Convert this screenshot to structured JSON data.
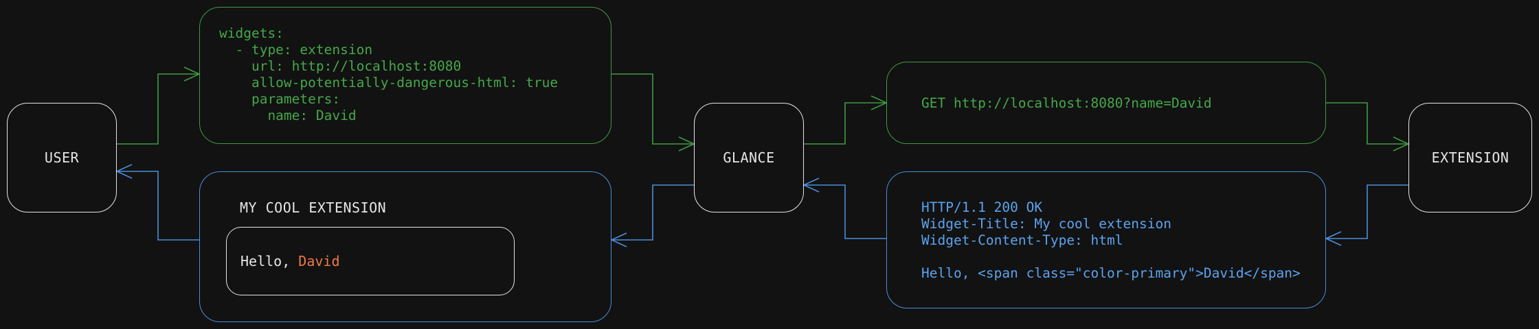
{
  "nodes": {
    "user": "USER",
    "glance": "GLANCE",
    "extension": "EXTENSION"
  },
  "config_yaml": "widgets:\n  - type: extension\n    url: http://localhost:8080\n    allow-potentially-dangerous-html: true\n    parameters:\n      name: David",
  "request_text": "GET http://localhost:8080?name=David",
  "response_text": "HTTP/1.1 200 OK\nWidget-Title: My cool extension\nWidget-Content-Type: html\n\nHello, <span class=\"color-primary\">David</span>",
  "rendered_widget": {
    "title": "MY COOL EXTENSION",
    "greeting": "Hello, ",
    "name": "David"
  },
  "colors": {
    "request_flow": "#3f9b42",
    "response_flow": "#4a8fdb",
    "node_border": "#e6e6e6",
    "highlight": "#f07a45",
    "background": "#121212"
  }
}
